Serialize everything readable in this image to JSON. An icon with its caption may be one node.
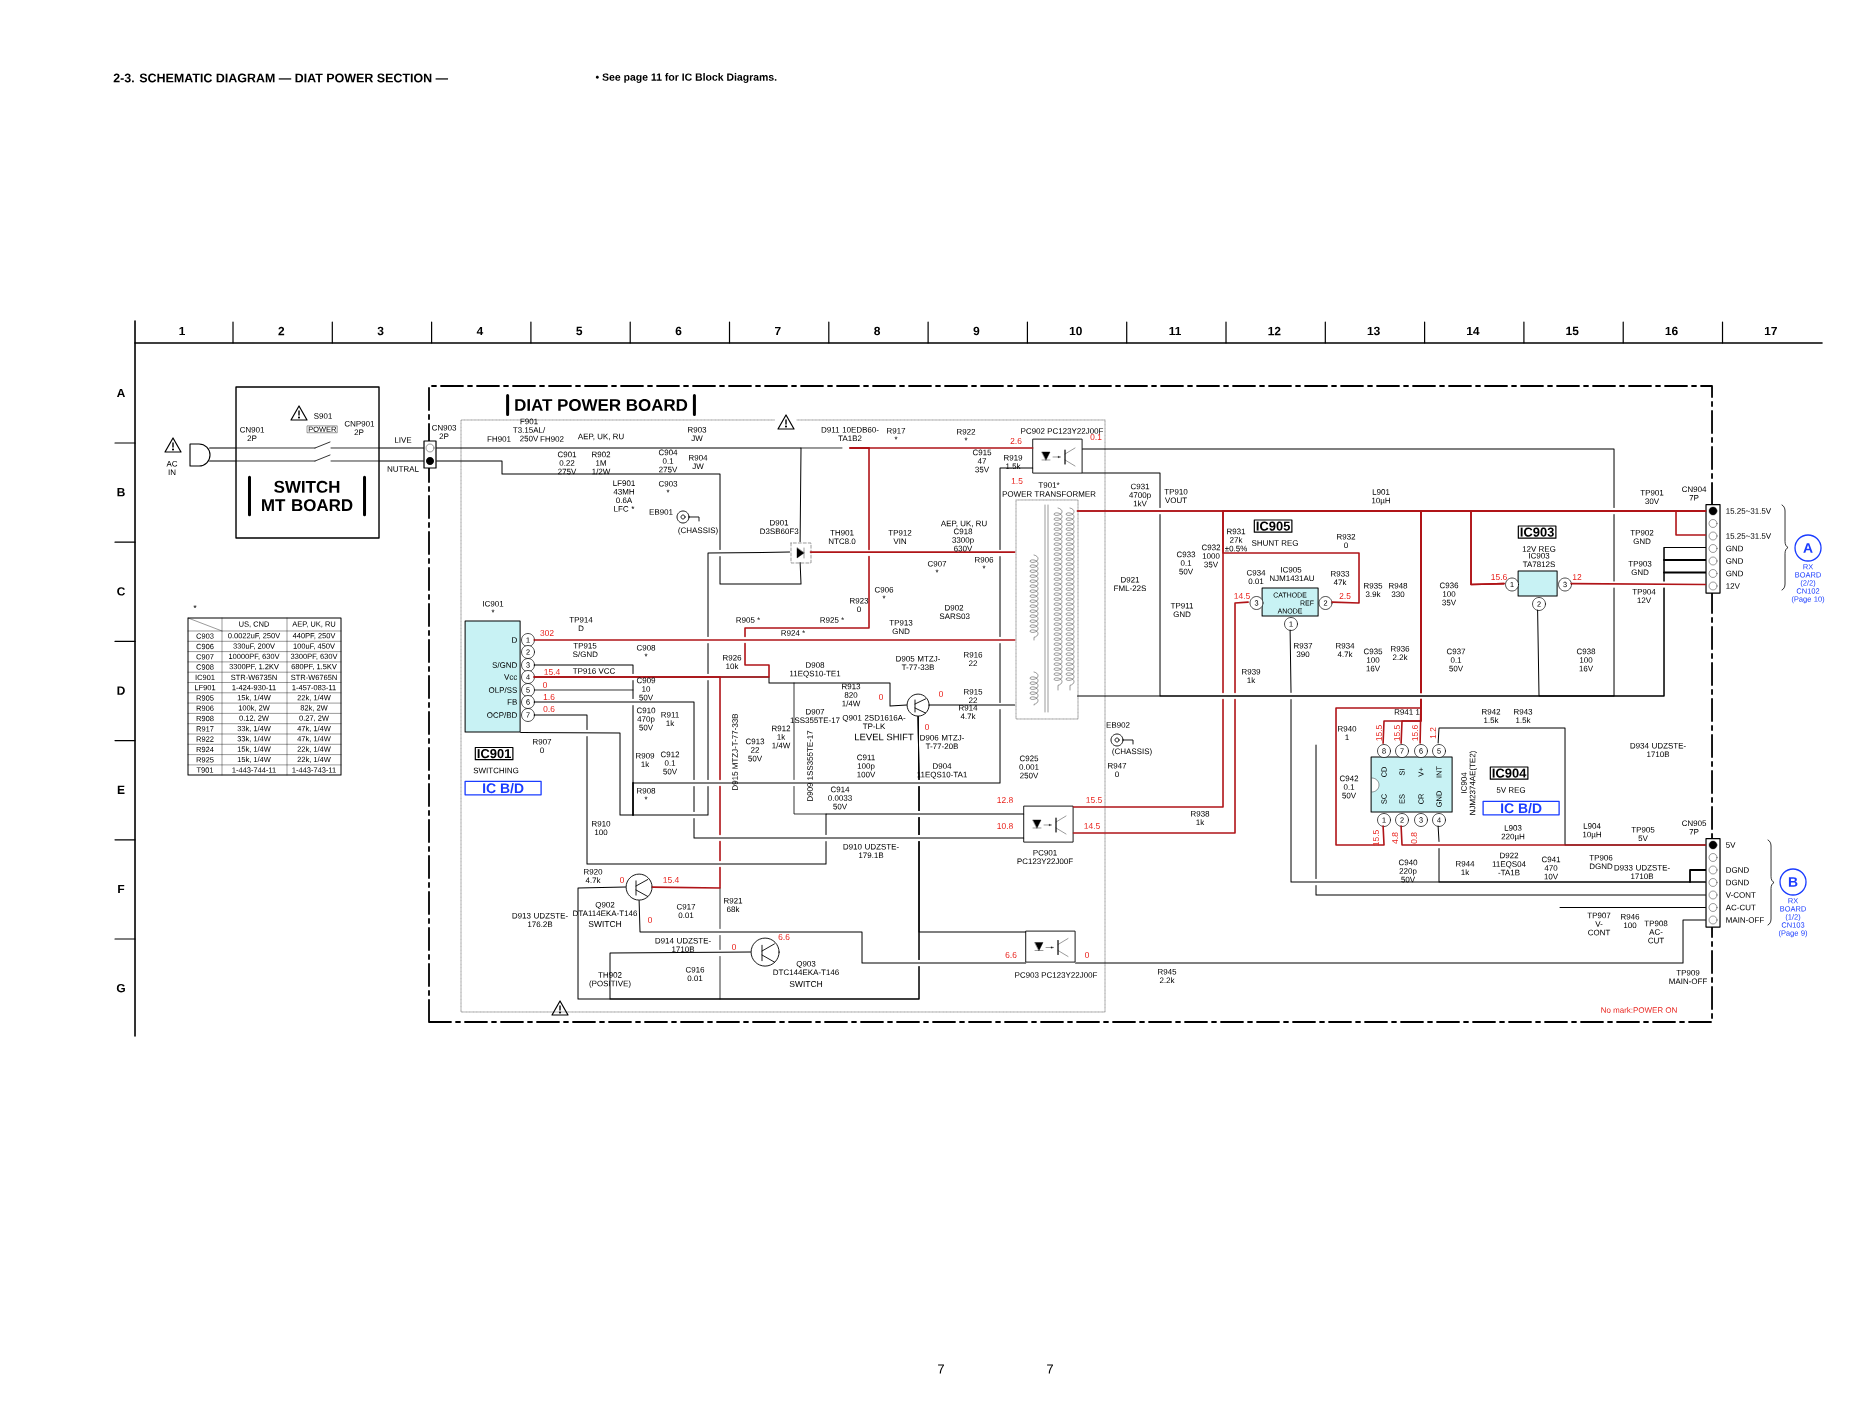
{
  "diagram": {
    "title": "2-3. SCHEMATIC DIAGRAM — DIAT POWER SECTION —",
    "nodes": [
      {
        "text": [
          "SWITCH MT BOARD"
        ]
      },
      {
        "text": [
          "DIAT POWER BOARD"
        ]
      },
      {
        "text": [
          "D",
          "S/GND",
          "Vcc",
          "OLP/SS",
          "FB",
          "OCP/BD"
        ],
        "beside": [
          "1",
          "2",
          "3",
          "4",
          "5",
          "6",
          "7"
        ],
        "in": 1
      },
      {
        "text": [
          "CATHODE",
          "REF",
          "ANODE"
        ],
        "beside": [
          "3",
          "2",
          "1"
        ],
        "in": 1
      },
      {
        "text": [],
        "shape": "box",
        "beside": [
          "1",
          "3",
          "2"
        ],
        "in": 1
      },
      {
        "text": [
          "CD",
          "SI",
          "V+",
          "INT",
          "SC",
          "ES",
          "CR",
          "GND"
        ],
        "beside": [
          "8",
          "7",
          "6",
          "5",
          "1",
          "2",
          "3",
          "4"
        ],
        "in": 1
      },
      {
        "text": [],
        "shape": "box",
        "beside": [
          "PC902 PC123Y22J00F"
        ],
        "in": 1
      },
      {
        "text": [],
        "shape": "box",
        "beside": [
          "PC901 PC123Y22J00F"
        ],
        "in": 1
      },
      {
        "text": [],
        "shape": "box",
        "beside": [
          "PC903 PC123Y22J00F"
        ],
        "in": 1
      },
      {
        "text": [],
        "shape": "box",
        "beside": [
          "CN904 7P",
          "15.25~31.5V",
          "15.25~31.5V",
          "GND",
          "GND",
          "GND",
          "12V"
        ]
      },
      {
        "text": [],
        "shape": "box",
        "beside": [
          "CN905 7P",
          "5V",
          "DGND",
          "DGND",
          "V-CONT",
          "AC-CUT",
          "MAIN-OFF"
        ]
      },
      {
        "text": [
          "A"
        ],
        "beside": [
          "RX BOARD (2/2) CN102 (Page 10)"
        ]
      },
      {
        "text": [
          "B"
        ],
        "beside": [
          "RX BOARD (1/2) CN103 (Page 9)"
        ]
      },
      {
        "text": [
          "IC901"
        ],
        "beside": [
          "SWITCHING"
        ],
        "in": 1
      },
      {
        "text": [
          "IC B/D"
        ],
        "in": 1
      },
      {
        "text": [
          "IC905"
        ],
        "beside": [
          "SHUNT REG"
        ],
        "in": 1
      },
      {
        "text": [
          "IC903"
        ],
        "beside": [
          "12V REG"
        ],
        "in": 1
      },
      {
        "text": [
          "IC904"
        ],
        "beside": [
          "5V REG"
        ],
        "in": 1
      },
      {
        "text": [
          "IC B/D"
        ],
        "in": 1
      },
      {
        "text": [
          "POWER"
        ],
        "in": 0
      },
      {
        "text": [],
        "shape": "picture",
        "beside": [
          "AC IN"
        ]
      },
      {
        "text": [],
        "shape": "picture",
        "beside": [
          "T901*",
          "POWER TRANSFORMER"
        ],
        "in": 1
      },
      {
        "text": [],
        "shape": "picture",
        "beside": [
          "D901 D3SB60F3"
        ],
        "in": 1
      },
      {
        "text": [],
        "shape": "box",
        "beside": [
          "CN903 2P"
        ]
      },
      {
        "text": [],
        "shape": "circle",
        "beside": [
          "Q901 2SD1616A-TP-LK",
          "LEVEL SHIFT"
        ],
        "in": 1
      },
      {
        "text": [],
        "shape": "circle",
        "beside": [
          "Q902 DTA114EKA-T146",
          "SWITCH"
        ],
        "in": 1
      },
      {
        "text": [],
        "shape": "circle",
        "beside": [
          "Q903 DTC144EKA-T146",
          "SWITCH"
        ],
        "in": 1
      }
    ],
    "edges": [
      {
        "from": 20,
        "to": 0,
        "arrow": "none"
      },
      {
        "from": 20,
        "to": 0,
        "arrow": "none"
      },
      {
        "from": 0,
        "to": 23,
        "arrow": "none",
        "label": "LIVE"
      },
      {
        "from": 0,
        "to": 23,
        "arrow": "none",
        "label": "NUTRAL"
      },
      {
        "from": 4,
        "to": 9,
        "arrow": "none",
        "color": "#b01418"
      },
      {
        "from": 6,
        "to": 4,
        "arrow": "none"
      },
      {
        "from": 2,
        "to": 7,
        "arrow": "none"
      },
      {
        "from": 8,
        "to": 10,
        "arrow": "none"
      },
      {
        "from": 7,
        "to": 4,
        "arrow": "none",
        "color": "#b01418"
      },
      {
        "from": 2,
        "to": 7,
        "arrow": "none"
      },
      {
        "from": 2,
        "to": 6,
        "arrow": "none"
      },
      {
        "from": 2,
        "to": 6,
        "arrow": "none",
        "color": "#b01418"
      },
      {
        "from": 7,
        "to": 3,
        "arrow": "none",
        "color": "#b01418"
      },
      {
        "from": 3,
        "to": 10,
        "arrow": "none"
      },
      {
        "from": 5,
        "to": 10,
        "arrow": "none",
        "color": "#b01418"
      },
      {
        "from": 5,
        "to": 10,
        "arrow": "none"
      },
      {
        "from": 5,
        "to": 9,
        "arrow": "none",
        "color": "#b01418"
      },
      {
        "from": 6,
        "to": 9,
        "arrow": "none"
      },
      {
        "from": 2,
        "to": 21,
        "arrow": "none",
        "color": "#b01418"
      },
      {
        "from": 22,
        "to": 21,
        "arrow": "none",
        "color": "#b01418"
      },
      {
        "from": 21,
        "to": 9,
        "arrow": "none",
        "color": "#b01418"
      },
      {
        "from": 21,
        "to": 9,
        "arrow": "none",
        "color": "#b01418"
      },
      {
        "from": 21,
        "to": 9,
        "arrow": "none"
      },
      {
        "from": 23,
        "to": 22,
        "arrow": "none"
      },
      {
        "from": 23,
        "to": 22,
        "arrow": "none"
      },
      {
        "from": 22,
        "to": 2,
        "arrow": "none"
      },
      {
        "from": 2,
        "to": 25,
        "arrow": "none",
        "color": "#b01418"
      },
      {
        "from": 25,
        "to": 24,
        "arrow": "none"
      },
      {
        "from": 8,
        "to": 25,
        "arrow": "none"
      },
      {
        "from": 26,
        "to": 24,
        "arrow": "none"
      },
      {
        "from": 24,
        "to": 8,
        "arrow": "none"
      },
      {
        "from": 2,
        "to": 24,
        "arrow": "none"
      },
      {
        "from": 24,
        "to": 21,
        "arrow": "none"
      },
      {
        "from": 3,
        "to": 4,
        "arrow": "none",
        "color": "#b01418"
      },
      {
        "from": 5,
        "to": 10,
        "arrow": "none"
      },
      {
        "from": 5,
        "to": 9,
        "arrow": "none",
        "color": "#b01418"
      },
      {
        "from": 5,
        "to": 9,
        "arrow": "none",
        "color": "#b01418"
      },
      {
        "from": 5,
        "to": 9,
        "arrow": "none",
        "color": "#b01418"
      },
      {
        "from": null,
        "to": 10,
        "arrow": "none"
      },
      {
        "from": null,
        "to": 10,
        "arrow": "none"
      }
    ],
    "labels": [
      "• See page 11 for IC Block Diagrams.",
      "1",
      "2",
      "3",
      "4",
      "5",
      "6",
      "7",
      "8",
      "9",
      "10",
      "11",
      "12",
      "13",
      "14",
      "15",
      "16",
      "17",
      "A",
      "B",
      "C",
      "D",
      "E",
      "F",
      "G",
      "CN901 2P",
      "S901",
      "CNP901 2P",
      "FH901",
      "F901 T3.15AL/ 250V",
      "FH902",
      "AEP, UK, RU",
      "C901 0.22 275V",
      "R902 1M 1/2W",
      "LF901 43MH 0.6A LFC *",
      "R903 JW",
      "C904 0.1 275V",
      "R904 JW",
      "C903 *",
      "EB901",
      "(CHASSIS)",
      "D911 10EDB60-TA1B2",
      "R917 *",
      "R922 *",
      "2.6",
      "0.1",
      "C915 47 35V",
      "R919 1.5k",
      "1.5",
      "C931 4700p 1kV",
      "TP910 VOUT",
      "L901 10µH",
      "TP901 30V",
      "TH901 NTC8.0",
      "TP912 VIN",
      "AEP, UK, RU",
      "C918 3300p 630V",
      "R931 27k ±0.5%",
      "R932 0",
      "TP902 GND",
      "C933 0.1 50V",
      "C932 1000 35V",
      "C907 *",
      "R906 *",
      "C934 0.01",
      "IC905 NJM1431AU",
      "R933 47k",
      "IC903 TA7812S",
      "TP903 GND",
      "D921 FML-22S",
      "15.6",
      "12",
      "R935 3.9k",
      "R948 330",
      "C936 100 35V",
      "TP904 12V",
      "14.5",
      "2.5",
      "C906 *",
      "IC901 *",
      "R923 0",
      "D902 SARS03",
      "TP911 GND",
      "302",
      "TP914 D",
      "R905 *",
      "R924 *",
      "R925 *",
      "TP913 GND",
      "R937 390",
      "R934 4.7k",
      "C935 100 16V",
      "R936 2.2k",
      "C937 0.1 50V",
      "C938 100 16V",
      "TP915 S/GND",
      "C908 *",
      "R926 10k",
      "D908 11EQS10-TE1",
      "D905 MTZJ-T-77-33B",
      "R916 22",
      "15.4",
      "TP916 VCC",
      "R939 1k",
      "0",
      "C909 10 50V",
      "0",
      "0",
      "R915 22",
      "1.6",
      "R913 820 1/4W",
      "0.6",
      "D907 1SS355TE-17",
      "R914 4.7k",
      "R941 1",
      "R942 1.5k",
      "R943 1.5k",
      "C910 470p 50V",
      "R911 1k",
      "0",
      "R940 1",
      "EB902",
      "15.5",
      "15.5",
      "15.6",
      "1.2",
      "R907 0",
      "D906 MTZJ-T-77-20B",
      "R912 1k 1/4W",
      "C913 22 50V",
      "D915 MTZJ-T-77-33B",
      "D934 UDZSTE-1710B",
      "(CHASSIS)",
      "R909 1k",
      "C912 0.1 50V",
      "D909 1SS355TE-17",
      "C911 100p 100V",
      "D904 11EQS10-TA1",
      "C925 0.001 250V",
      "R947 0",
      "C942 0.1 50V",
      "IC904 NJM2374AE(TE2)",
      "R908 *",
      "C914 0.0033 50V",
      "12.8",
      "15.5",
      "R938 1k",
      "R910 100",
      "15.5",
      "4.8",
      "0.8",
      "L903 220µH",
      "L904 10µH",
      "TP905 5V",
      "10.8",
      "14.5",
      "D910 UDZSTE-179.1B",
      "R920 4.7k",
      "0",
      "15.4",
      "C940 220p 50V",
      "R944 1k",
      "D922 11EQS04 -TA1B",
      "C941 470 10V",
      "TP906 DGND",
      "D933 UDZSTE-1710B",
      "D913 UDZSTE-176.2B",
      "0",
      "C917 0.01",
      "R921 68k",
      "TP907 V-CONT",
      "R946 100",
      "D914 UDZSTE-1710B",
      "0",
      "6.6",
      "6.6",
      "0",
      "TP908 AC-CUT",
      "TH902 (POSITIVE)",
      "C916 0.01",
      "R945 2.2k",
      "TP909 MAIN-OFF",
      "No mark:POWER ON",
      "*",
      "US, CND",
      "AEP, UK, RU",
      "C903",
      "0.0022uF, 250V",
      "440PF, 250V",
      "C906",
      "330uF, 200V",
      "100uF, 450V",
      "C907",
      "10000PF, 630V",
      "3300PF, 630V",
      "C908",
      "3300PF, 1.2KV",
      "680PF, 1.5KV",
      "IC901",
      "STR-W6735N",
      "STR-W6765N",
      "LF901",
      "1-424-930-11",
      "1-457-083-11",
      "R905",
      "15k, 1/4W",
      "22k, 1/4W",
      "R906",
      "100k, 2W",
      "82k, 2W",
      "R908",
      "0.12, 2W",
      "0.27, 2W",
      "R917",
      "33k, 1/4W",
      "47k, 1/4W",
      "R922",
      "33k, 1/4W",
      "47k, 1/4W",
      "R924",
      "15k, 1/4W",
      "22k, 1/4W",
      "R925",
      "15k, 1/4W",
      "22k, 1/4W",
      "T901",
      "1-443-744-11",
      "1-443-743-11",
      "7",
      "7"
    ]
  }
}
